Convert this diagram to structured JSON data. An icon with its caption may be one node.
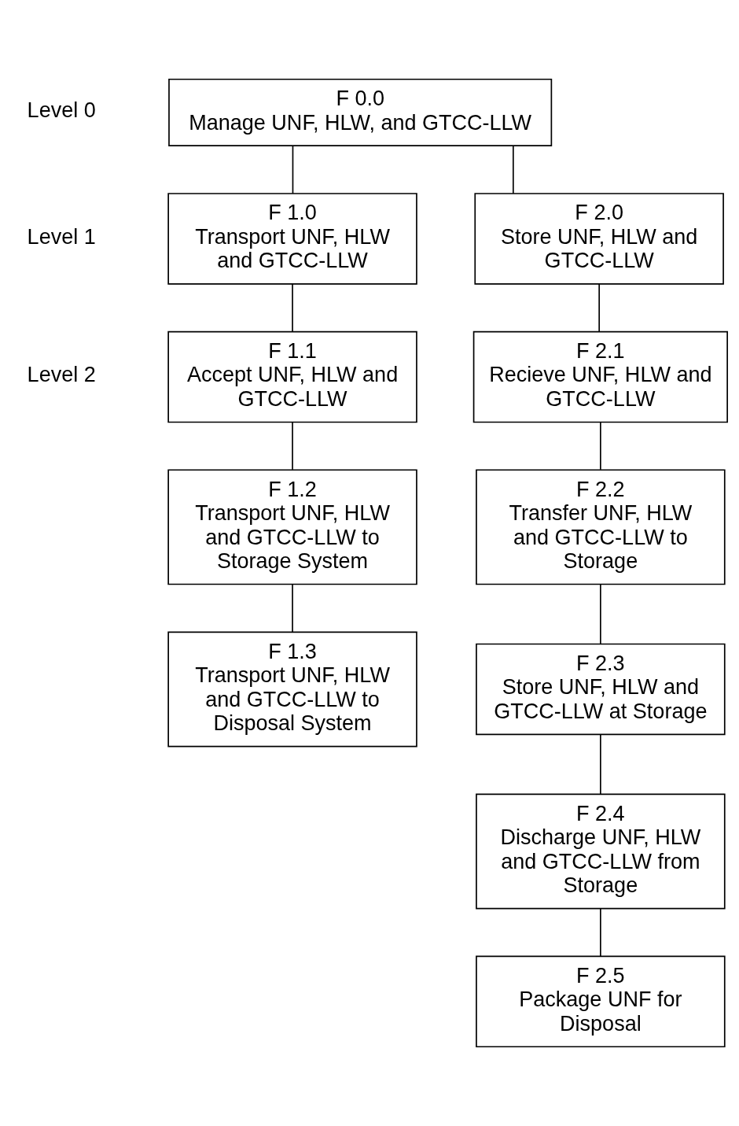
{
  "diagram": {
    "nodes": [
      {
        "text": [
          "F 0.0",
          "Manage UNF, HLW, and GTCC-LLW"
        ]
      },
      {
        "text": [
          "F 1.0",
          "Transport UNF, HLW and GTCC-LLW"
        ]
      },
      {
        "text": [
          "F 2.0",
          "Store UNF, HLW and GTCC-LLW"
        ]
      },
      {
        "text": [
          "F 1.1",
          "Accept UNF, HLW and GTCC-LLW"
        ]
      },
      {
        "text": [
          "F 1.2",
          "Transport UNF, HLW and GTCC-LLW to Storage System"
        ]
      },
      {
        "text": [
          "F 1.3",
          "Transport UNF, HLW and GTCC-LLW to Disposal System"
        ]
      },
      {
        "text": [
          "F 2.1",
          "Recieve UNF, HLW and GTCC-LLW"
        ]
      },
      {
        "text": [
          "F 2.2",
          "Transfer UNF, HLW and GTCC-LLW to Storage"
        ]
      },
      {
        "text": [
          "F 2.3",
          "Store UNF, HLW and GTCC-LLW at Storage"
        ]
      },
      {
        "text": [
          "F 2.4",
          "Discharge UNF, HLW and GTCC-LLW from Storage"
        ]
      },
      {
        "text": [
          "F 2.5",
          "Package UNF for Disposal"
        ]
      }
    ],
    "edges": [
      {
        "from": 0,
        "to": 1,
        "arrow": "none"
      },
      {
        "from": 0,
        "to": 2,
        "arrow": "none"
      },
      {
        "from": 1,
        "to": 3,
        "arrow": "none"
      },
      {
        "from": 3,
        "to": 4,
        "arrow": "none"
      },
      {
        "from": 4,
        "to": 5,
        "arrow": "none"
      },
      {
        "from": 2,
        "to": 6,
        "arrow": "none"
      },
      {
        "from": 6,
        "to": 7,
        "arrow": "none"
      },
      {
        "from": 7,
        "to": 8,
        "arrow": "none"
      },
      {
        "from": 8,
        "to": 9,
        "arrow": "none"
      },
      {
        "from": 9,
        "to": 10,
        "arrow": "none"
      }
    ],
    "labels": [
      "Level 0",
      "Level 1",
      "Level 2"
    ]
  }
}
